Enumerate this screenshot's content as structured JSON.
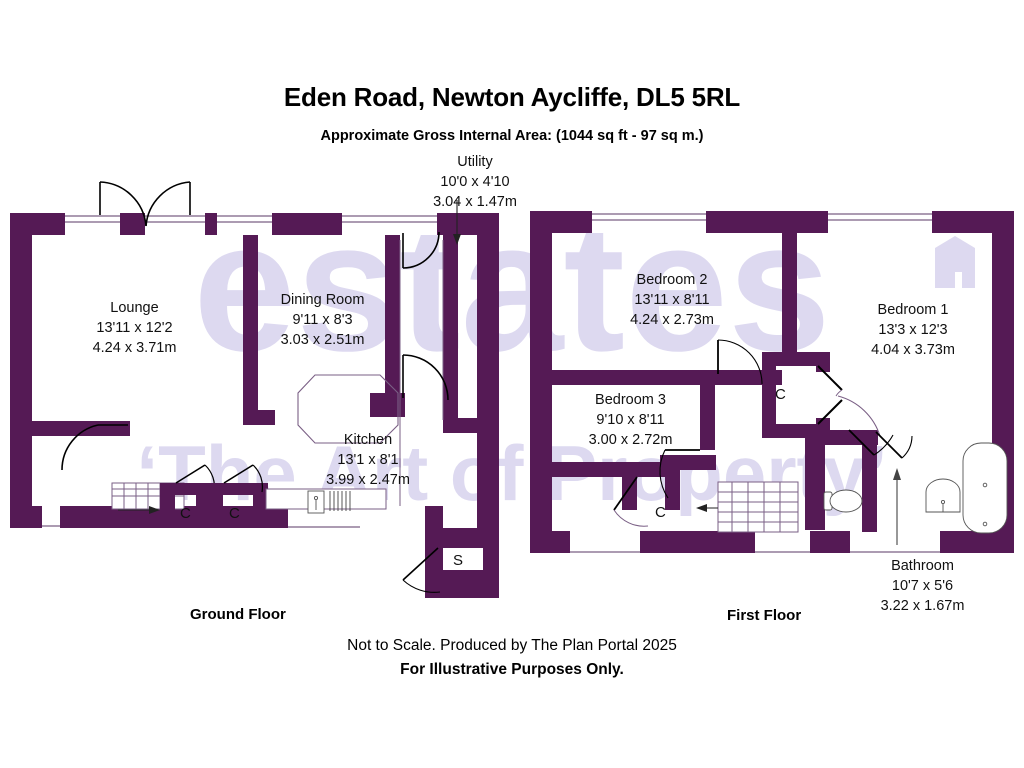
{
  "header": {
    "title": "Eden Road, Newton Aycliffe, DL5 5RL",
    "subtitle": "Approximate Gross Internal Area: (1044 sq ft - 97 sq m.)"
  },
  "footer": {
    "ground_floor_label": "Ground Floor",
    "first_floor_label": "First Floor",
    "disclaimer_line1": "Not to Scale. Produced by The Plan Portal 2025",
    "disclaimer_line2": "For Illustrative Purposes Only."
  },
  "watermark": {
    "word_top": "estates",
    "word_bottom": "'The Art of Property'"
  },
  "colors": {
    "wall": "#551a55",
    "wall_dark": "#4a1448",
    "watermark": "#ddd9f0",
    "background": "#ffffff",
    "text": "#111111",
    "thin_line": "#7a5f85"
  },
  "ground_floor": {
    "name": "Ground Floor",
    "rooms": [
      {
        "name": "Lounge",
        "imperial": "13'11 x 12'2",
        "metric": "4.24 x 3.71m"
      },
      {
        "name": "Dining Room",
        "imperial": "9'11 x 8'3",
        "metric": "3.03 x 2.51m"
      },
      {
        "name": "Utility",
        "imperial": "10'0 x 4'10",
        "metric": "3.04 x 1.47m"
      },
      {
        "name": "Kitchen",
        "imperial": "13'1 x 8'1",
        "metric": "3.99 x 2.47m"
      }
    ],
    "closets": [
      "C",
      "C"
    ],
    "store": "S"
  },
  "first_floor": {
    "name": "First Floor",
    "rooms": [
      {
        "name": "Bedroom 2",
        "imperial": "13'11 x 8'11",
        "metric": "4.24 x 2.73m"
      },
      {
        "name": "Bedroom 1",
        "imperial": "13'3 x 12'3",
        "metric": "4.04 x 3.73m"
      },
      {
        "name": "Bedroom 3",
        "imperial": "9'10 x 8'11",
        "metric": "3.00 x 2.72m"
      },
      {
        "name": "Bathroom",
        "imperial": "10'7 x 5'6",
        "metric": "3.22 x 1.67m"
      }
    ],
    "closets": [
      "C",
      "C"
    ]
  }
}
